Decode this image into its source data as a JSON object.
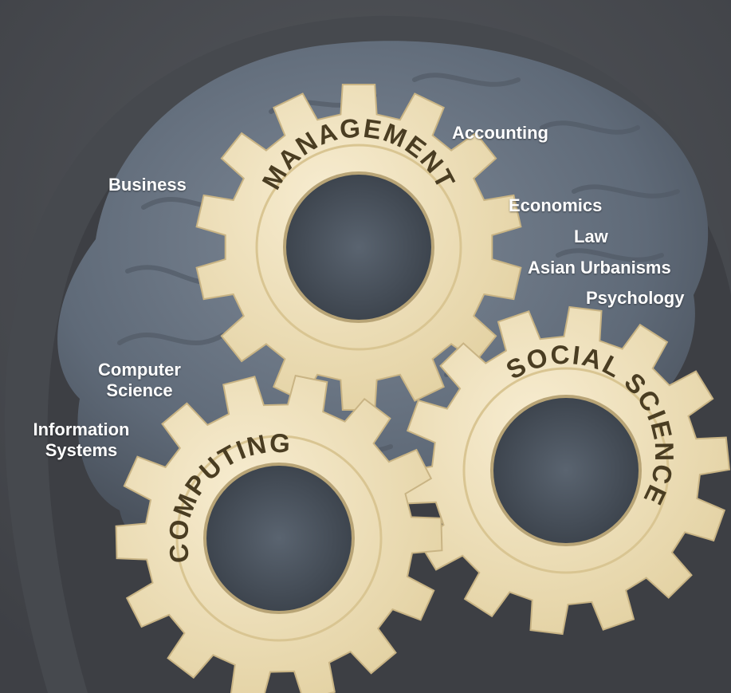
{
  "colors": {
    "background": "#4a4d52",
    "head_silhouette": "#3a3c40",
    "brain": "#6b7684",
    "gear_fill": "#f1e2bb",
    "gear_hub": "#eadbb3",
    "gear_text": "#4a3d22",
    "label_text": "#ffffff"
  },
  "gears": {
    "management": {
      "name": "MANAGEMENT",
      "icon": "gear-icon"
    },
    "computing": {
      "name": "COMPUTING",
      "icon": "gear-icon"
    },
    "social_science": {
      "name": "SOCIAL SCIENCE",
      "icon": "gear-icon"
    }
  },
  "labels": {
    "accounting": "Accounting",
    "business": "Business",
    "economics": "Economics",
    "law": "Law",
    "asian_urbanisms": "Asian Urbanisms",
    "psychology": "Psychology",
    "computer": "Computer",
    "science": "Science",
    "information": "Information",
    "systems": "Systems"
  }
}
